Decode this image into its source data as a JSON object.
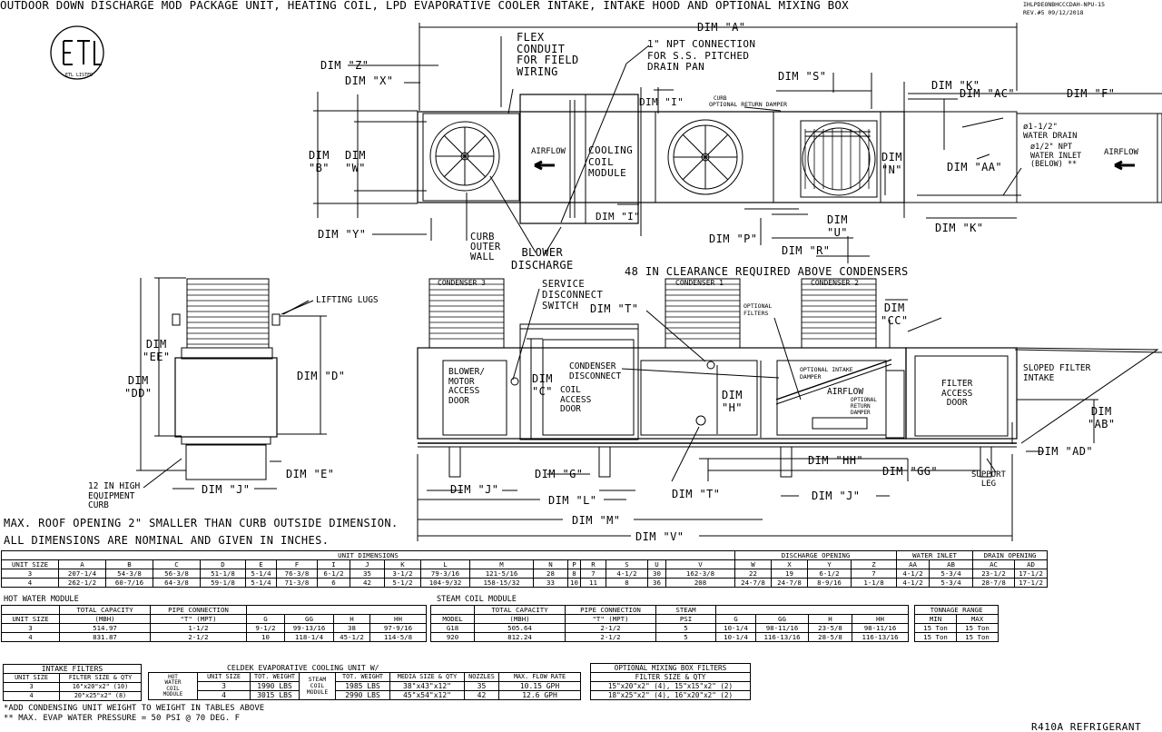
{
  "page": {
    "title": "OUTDOOR DOWN DISCHARGE MOD PACKAGE UNIT, HEATING COIL, LPD EVAPORATIVE COOLER INTAKE, INTAKE HOOD AND OPTIONAL MIXING BOX",
    "drawing_no": "IHLPDEONBHCCCDAH-NPU-15",
    "revision": "REV.#5   09/12/2018",
    "logo_text": "ETL LISTED",
    "refrigerant": "R410A REFRIGERANT"
  },
  "top_view": {
    "dim_a": "DIM \"A\"",
    "dim_z": "DIM \"Z\"",
    "dim_x": "DIM \"X\"",
    "dim_b": "DIM\n\"B\"",
    "dim_w": "DIM\n\"W\"",
    "dim_y": "DIM \"Y\"",
    "dim_i": "DIM \"I\"",
    "dim_i2": "DIM \"I\"",
    "dim_s": "DIM \"S\"",
    "dim_k": "DIM \"K\"",
    "dim_ac": "DIM \"AC\"",
    "dim_f": "DIM \"F\"",
    "dim_n": "DIM\n\"N\"",
    "dim_aa": "DIM \"AA\"",
    "dim_k2": "DIM \"K\"",
    "dim_u": "DIM\n\"U\"",
    "dim_p": "DIM \"P\"",
    "dim_r": "DIM \"R\"",
    "flex_conduit": "FLEX\nCONDUIT\nFOR FIELD\nWIRING",
    "npt_connection": "1\" NPT CONNECTION\nFOR S.S. PITCHED\nDRAIN PAN",
    "curb_label": "CURB",
    "return_damper": "OPTIONAL RETURN DAMPER",
    "water_drain": "ø1-1/2\"\nWATER DRAIN",
    "water_inlet": "ø1/2\" NPT\nWATER INLET\n(BELOW) **",
    "airflow_right": "AIRFLOW",
    "airflow_left": "AIRFLOW",
    "cooling_coil": "COOLING\nCOIL\nMODULE",
    "curb_outer_wall": "CURB\nOUTER\nWALL",
    "blower_discharge": "BLOWER\nDISCHARGE"
  },
  "end_view": {
    "lifting_lugs": "LIFTING LUGS",
    "dim_ee": "DIM\n\"EE\"",
    "dim_dd": "DIM\n\"DD\"",
    "dim_d": "DIM \"D\"",
    "dim_e": "DIM \"E\"",
    "dim_j": "DIM \"J\"",
    "curb_note": "12 IN HIGH\nEQUIPMENT\nCURB"
  },
  "side_view": {
    "clearance": "48 IN CLEARANCE REQUIRED ABOVE CONDENSERS",
    "condenser_3": "CONDENSER 3",
    "condenser_1": "CONDENSER 1",
    "condenser_2": "CONDENSER 2",
    "service_disconnect": "SERVICE\nDISCONNECT\nSWITCH",
    "dim_t": "DIM \"T\"",
    "optional_filters": "OPTIONAL\nFILTERS",
    "dim_cc": "DIM\n\"CC\"",
    "blower_door": "BLOWER/\nMOTOR\nACCESS\nDOOR",
    "dim_c": "DIM\n\"C\"",
    "condenser_disconnect": "CONDENSER\nDISCONNECT",
    "coil_door": "COIL\nACCESS\nDOOR",
    "dim_h": "DIM\n\"H\"",
    "optional_intake_damper": "OPTIONAL INTAKE\nDAMPER",
    "airflow": "AIRFLOW",
    "optional_return_damper": "OPTIONAL\nRETURN\nDAMPER",
    "filter_door": "FILTER\nACCESS\nDOOR",
    "sloped_filter": "SLOPED FILTER\nINTAKE",
    "dim_ab": "DIM\n\"AB\"",
    "dim_ad": "DIM \"AD\"",
    "dim_hh": "DIM \"HH\"",
    "dim_gg": "DIM \"GG\"",
    "support_leg": "SUPPORT\nLEG",
    "dim_g": "DIM \"G\"",
    "dim_j": "DIM \"J\"",
    "dim_j2": "DIM \"J\"",
    "dim_l": "DIM \"L\"",
    "dim_t2": "DIM \"T\"",
    "dim_m": "DIM \"M\"",
    "dim_v": "DIM \"V\""
  },
  "notes": {
    "roof_opening": "MAX. ROOF OPENING 2\" SMALLER THAN CURB OUTSIDE DIMENSION.",
    "nominal": "ALL DIMENSIONS ARE NOMINAL AND GIVEN IN INCHES.",
    "footnote_1": "*ADD CONDENSING UNIT WEIGHT TO WEIGHT IN TABLES ABOVE",
    "footnote_2": "** MAX. EVAP WATER PRESSURE = 50 PSI @ 70 DEG. F"
  },
  "unit_dimensions": {
    "title": "UNIT DIMENSIONS",
    "discharge_title": "DISCHARGE OPENING",
    "water_inlet_title": "WATER INLET",
    "drain_title": "DRAIN OPENING",
    "headers": [
      "UNIT SIZE",
      "A",
      "B",
      "C",
      "D",
      "E",
      "F",
      "I",
      "J",
      "K",
      "L",
      "M",
      "N",
      "P",
      "R",
      "S",
      "U",
      "V",
      "W",
      "X",
      "Y",
      "Z",
      "AA",
      "AB",
      "AC",
      "AD"
    ],
    "rows": [
      [
        "3",
        "207-1/4",
        "54-3/8",
        "56-3/8",
        "51-1/8",
        "5-1/4",
        "76-3/8",
        "6-1/2",
        "35",
        "3-1/2",
        "79-3/16",
        "121-5/16",
        "28",
        "8",
        "7",
        "4-1/2",
        "30",
        "162-3/8",
        "22",
        "19",
        "6-1/2",
        "7",
        "4-1/2",
        "5-3/4",
        "23-1/2",
        "17-1/2"
      ],
      [
        "4",
        "262-1/2",
        "60-7/16",
        "64-3/8",
        "59-1/8",
        "5-1/4",
        "71-3/8",
        "6",
        "42",
        "5-1/2",
        "104-9/32",
        "158-15/32",
        "33",
        "10",
        "11",
        "8",
        "36",
        "208",
        "24-7/8",
        "24-7/8",
        "8-9/16",
        "1-1/8",
        "4-1/2",
        "5-3/4",
        "28-7/8",
        "17-1/2"
      ]
    ]
  },
  "hot_water": {
    "title": "HOT WATER MODULE",
    "h_capacity": "TOTAL CAPACITY",
    "h_pipe": "PIPE CONNECTION",
    "headers": [
      "UNIT SIZE",
      "(MBH)",
      "\"T\" (MPT)",
      "G",
      "GG",
      "H",
      "HH"
    ],
    "rows": [
      [
        "3",
        "514.97",
        "1-1/2",
        "9-1/2",
        "99-13/16",
        "38",
        "97-9/16"
      ],
      [
        "4",
        "831.87",
        "2-1/2",
        "10",
        "118-1/4",
        "45-1/2",
        "114-5/8"
      ]
    ]
  },
  "steam": {
    "title": "STEAM COIL MODULE",
    "h_capacity": "TOTAL CAPACITY",
    "h_pipe": "PIPE CONNECTION",
    "h_steam": "STEAM",
    "headers": [
      "MODEL",
      "(MBH)",
      "\"T\" (MPT)",
      "PSI",
      "G",
      "GG",
      "H",
      "HH"
    ],
    "rows": [
      [
        "G18",
        "505.64",
        "2-1/2",
        "5",
        "10-1/4",
        "98-11/16",
        "23-5/8",
        "98-11/16"
      ],
      [
        "920",
        "812.24",
        "2-1/2",
        "5",
        "10-1/4",
        "116-13/16",
        "28-5/8",
        "116-13/16"
      ]
    ]
  },
  "tonnage": {
    "title": "TONNAGE RANGE",
    "headers": [
      "MIN",
      "MAX"
    ],
    "rows": [
      [
        "15 Ton",
        "15 Ton"
      ],
      [
        "15 Ton",
        "15 Ton"
      ]
    ]
  },
  "intake_filters": {
    "title": "INTAKE FILTERS",
    "headers": [
      "UNIT SIZE",
      "FILTER SIZE & QTY"
    ],
    "rows": [
      [
        "3",
        "16\"x20\"x2\" (10)"
      ],
      [
        "4",
        "20\"x25\"x2\" (8)"
      ]
    ]
  },
  "celdek": {
    "title": "CELDEK EVAPORATIVE COOLING UNIT W/",
    "hot_water_label": "HOT\nWATER\nCOIL\nMODULE",
    "steam_label": "STEAM\nCOIL\nMODULE",
    "headers": [
      "UNIT SIZE",
      "TOT. WEIGHT",
      "TOT. WEIGHT",
      "MEDIA SIZE & QTY",
      "NOZZLES",
      "MAX. FLOW RATE"
    ],
    "rows": [
      [
        "3",
        "1990 LBS",
        "1985 LBS",
        "38\"x43\"x12\"",
        "35",
        "10.15 GPH"
      ],
      [
        "4",
        "3015 LBS",
        "2990 LBS",
        "45\"x54\"x12\"",
        "42",
        "12.6 GPH"
      ]
    ]
  },
  "mixing_box": {
    "title": "OPTIONAL MIXING BOX FILTERS",
    "header": "FILTER SIZE & QTY",
    "rows": [
      "15\"x20\"x2\" (4), 15\"x15\"x2\" (2)",
      "18\"x25\"x2\" (4), 16\"x20\"x2\" (2)"
    ]
  }
}
